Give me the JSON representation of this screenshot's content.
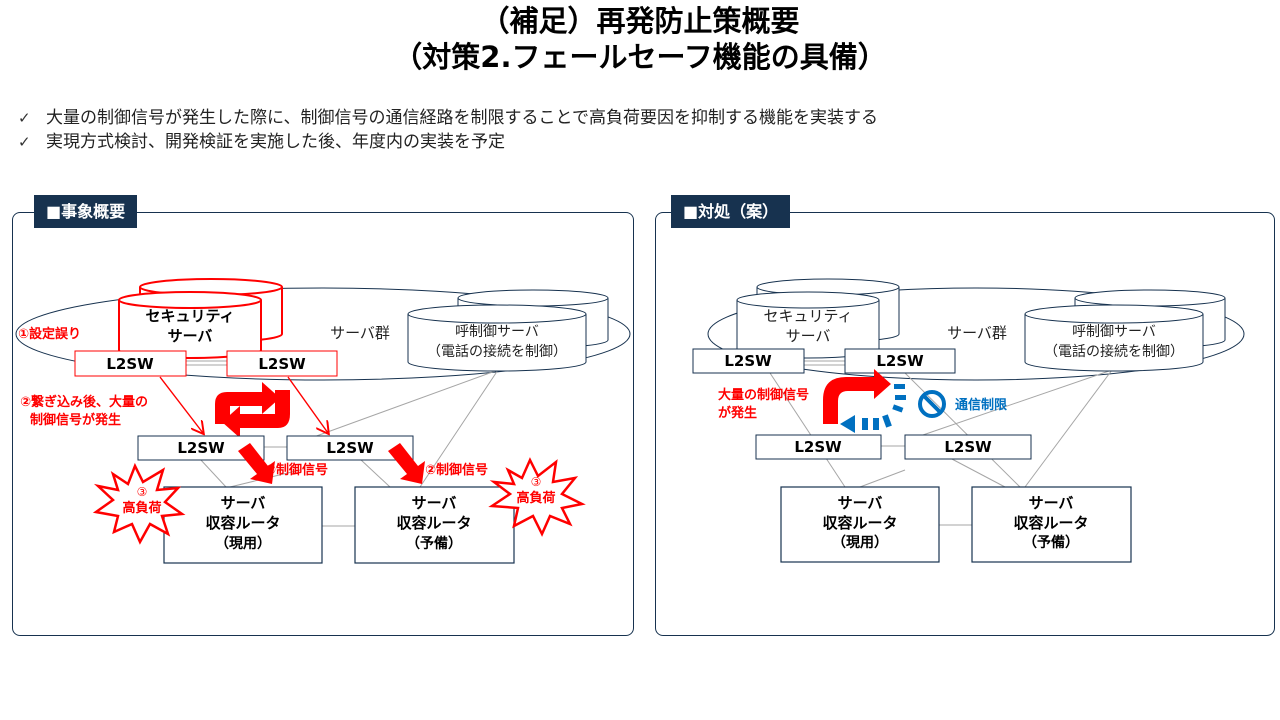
{
  "title": {
    "line1": "（補足）再発防止策概要",
    "line2": "（対策2.フェールセーフ機能の具備）"
  },
  "bullets": [
    {
      "icon": "check-icon",
      "mark": "✓",
      "text": "大量の制御信号が発生した際に、制御信号の通信経路を制限することで高負荷要因を抑制する機能を実装する"
    },
    {
      "icon": "check-icon",
      "mark": "✓",
      "text": "実現方式検討、開発検証を実施した後、年度内の実装を予定"
    }
  ],
  "colors": {
    "navy": "#17324f",
    "alert_red": "#ff0000",
    "restrict_blue": "#0070c0",
    "line_gray": "#a6a6a6"
  },
  "left_panel": {
    "tab": "■事象概要",
    "security_server": [
      "セキュリティ",
      "サーバ"
    ],
    "server_group": "サーバ群",
    "call_control_server": [
      "呼制御サーバ",
      "（電話の接続を制御）"
    ],
    "l2sw_top_left": "L2SW",
    "l2sw_top_right": "L2SW",
    "l2sw_bottom_left": "L2SW",
    "l2sw_bottom_right": "L2SW",
    "router_active": [
      "サーバ",
      "収容ルータ",
      "（現用）"
    ],
    "router_standby": [
      "サーバ",
      "収容ルータ",
      "（予備）"
    ],
    "annotation_misconfig": "①設定誤り",
    "annotation_loop": [
      "②繋ぎ込み後、大量の",
      "制御信号が発生"
    ],
    "annotation_signal_left": "②制御信号",
    "annotation_signal_right": "②制御信号",
    "burst_left": [
      "③",
      "高負荷"
    ],
    "burst_right": [
      "③",
      "高負荷"
    ]
  },
  "right_panel": {
    "tab": "■対処（案）",
    "security_server": [
      "セキュリティ",
      "サーバ"
    ],
    "server_group": "サーバ群",
    "call_control_server": [
      "呼制御サーバ",
      "（電話の接続を制御）"
    ],
    "l2sw_top_left": "L2SW",
    "l2sw_top_right": "L2SW",
    "l2sw_bottom_left": "L2SW",
    "l2sw_bottom_right": "L2SW",
    "router_active": [
      "サーバ",
      "収容ルータ",
      "（現用）"
    ],
    "router_standby": [
      "サーバ",
      "収容ルータ",
      "（予備）"
    ],
    "annotation_burst": [
      "大量の制御信号",
      "が発生"
    ],
    "annotation_restrict": "通信制限"
  }
}
